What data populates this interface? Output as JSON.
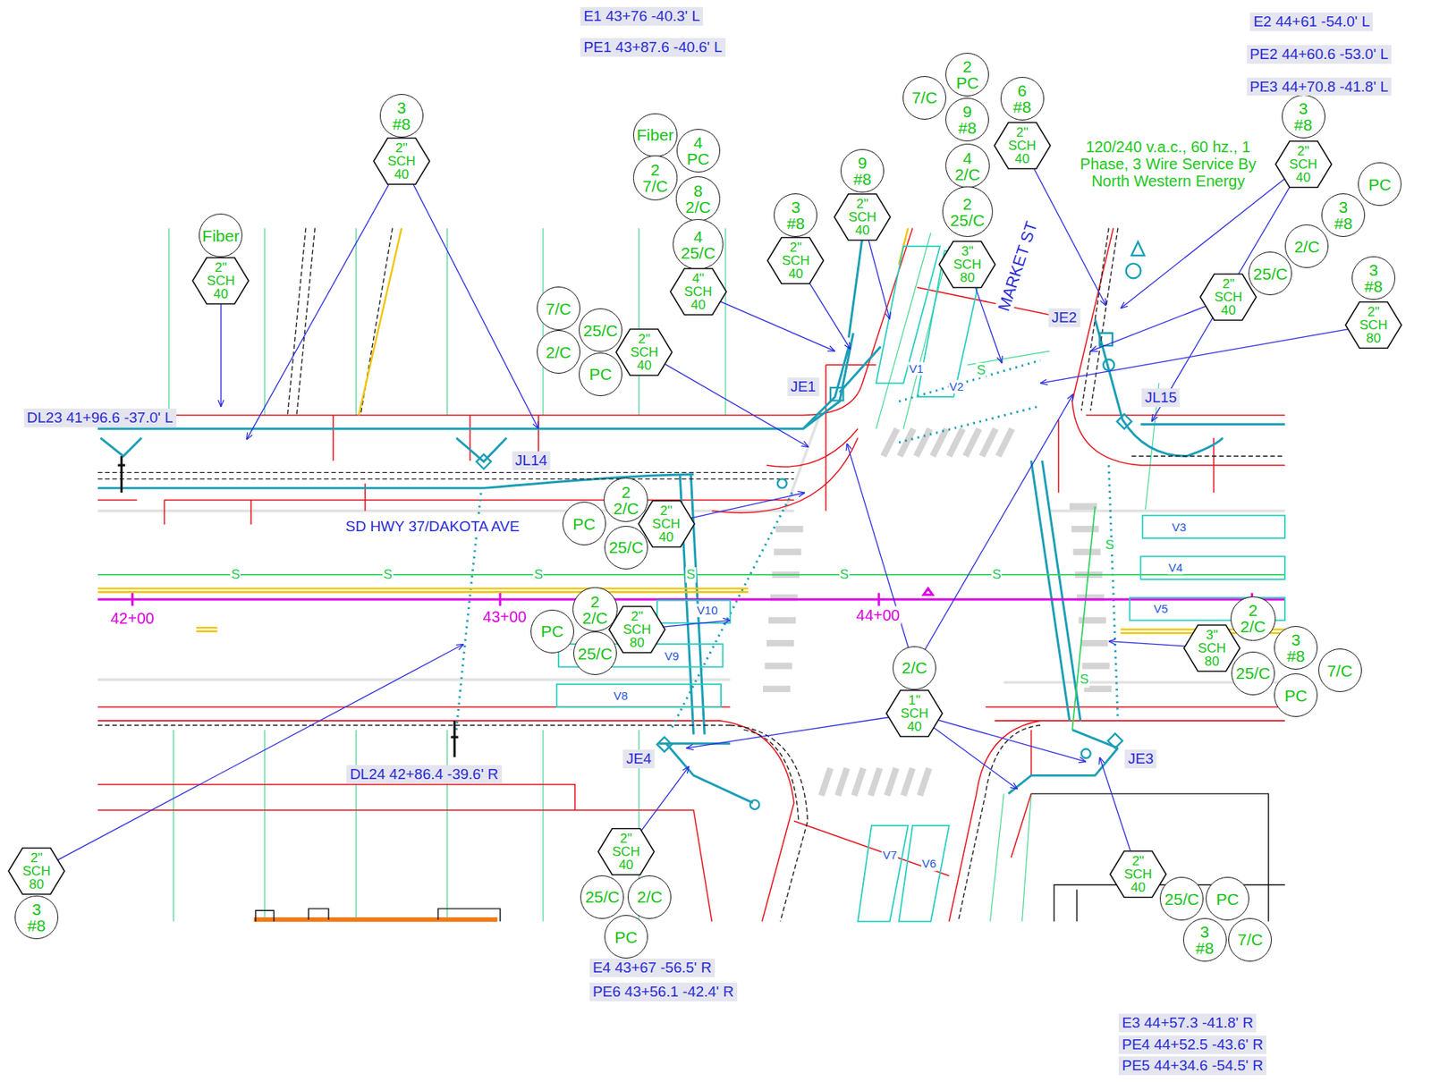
{
  "diagram": {
    "nodes": [
      {
        "text": [
          "3 #8"
        ]
      },
      {
        "text": [
          "2\" SCH 40"
        ]
      },
      {
        "text": [
          "Fiber"
        ]
      },
      {
        "text": [
          "2\" SCH 40"
        ]
      },
      {
        "text": [
          "Fiber"
        ]
      },
      {
        "text": [
          "4 PC"
        ]
      },
      {
        "text": [
          "2 7/C"
        ]
      },
      {
        "text": [
          "8 2/C"
        ]
      },
      {
        "text": [
          "4 25/C"
        ]
      },
      {
        "text": [
          "4\" SCH 40"
        ]
      },
      {
        "text": [
          "7/C"
        ]
      },
      {
        "text": [
          "25/C"
        ]
      },
      {
        "text": [
          "2/C"
        ]
      },
      {
        "text": [
          "PC"
        ]
      },
      {
        "text": [
          "2\" SCH 40"
        ]
      },
      {
        "text": [
          "3 #8"
        ]
      },
      {
        "text": [
          "2\" SCH 40"
        ]
      },
      {
        "text": [
          "9 #8"
        ]
      },
      {
        "text": [
          "2\" SCH 40"
        ]
      },
      {
        "text": [
          "7/C"
        ]
      },
      {
        "text": [
          "2 PC"
        ]
      },
      {
        "text": [
          "9 #8"
        ]
      },
      {
        "text": [
          "4 2/C"
        ]
      },
      {
        "text": [
          "2 25/C"
        ]
      },
      {
        "text": [
          "3\" SCH 80"
        ]
      },
      {
        "text": [
          "6 #8"
        ]
      },
      {
        "text": [
          "2\" SCH 40"
        ]
      },
      {
        "text": [
          "3 #8"
        ]
      },
      {
        "text": [
          "2\" SCH 40"
        ]
      },
      {
        "text": [
          "PC"
        ]
      },
      {
        "text": [
          "3 #8"
        ]
      },
      {
        "text": [
          "2/C"
        ]
      },
      {
        "text": [
          "25/C"
        ]
      },
      {
        "text": [
          "2\" SCH 40"
        ]
      },
      {
        "text": [
          "3 #8"
        ]
      },
      {
        "text": [
          "2\" SCH 80"
        ]
      },
      {
        "text": [
          "2 2/C"
        ]
      },
      {
        "text": [
          "PC"
        ]
      },
      {
        "text": [
          "25/C"
        ]
      },
      {
        "text": [
          "2\" SCH 40"
        ]
      },
      {
        "text": [
          "2 2/C"
        ]
      },
      {
        "text": [
          "PC"
        ]
      },
      {
        "text": [
          "25/C"
        ]
      },
      {
        "text": [
          "2\" SCH 80"
        ]
      },
      {
        "text": [
          "2/C"
        ]
      },
      {
        "text": [
          "1\" SCH 40"
        ]
      },
      {
        "text": [
          "2 2/C"
        ]
      },
      {
        "text": [
          "3\" SCH 80"
        ]
      },
      {
        "text": [
          "3 #8"
        ]
      },
      {
        "text": [
          "7/C"
        ]
      },
      {
        "text": [
          "25/C"
        ]
      },
      {
        "text": [
          "PC"
        ]
      },
      {
        "text": [
          "2\" SCH 40"
        ]
      },
      {
        "text": [
          "25/C"
        ]
      },
      {
        "text": [
          "2/C"
        ]
      },
      {
        "text": [
          "PC"
        ]
      },
      {
        "text": [
          "2\" SCH 40"
        ]
      },
      {
        "text": [
          "25/C"
        ]
      },
      {
        "text": [
          "PC"
        ]
      },
      {
        "text": [
          "3 #8"
        ]
      },
      {
        "text": [
          "7/C"
        ]
      },
      {
        "text": [
          "2\" SCH 80"
        ]
      },
      {
        "text": [
          "3 #8"
        ]
      }
    ],
    "labels": [
      "E1 43+76 -40.3' L",
      "PE1 43+87.6 -40.6' L",
      "E2 44+61 -54.0' L",
      "PE2 44+60.6 -53.0' L",
      "PE3 44+70.8 -41.8' L",
      "120/240 v.a.c., 60 hz., 1 Phase, 3 Wire Service By North Western Energy",
      "MARKET ST",
      "JE2",
      "JE1",
      "JL15",
      "DL23 41+96.6 -37.0' L",
      "JL14",
      "SD HWY 37/DAKOTA AVE",
      "42+00",
      "43+00",
      "44+00",
      "V1",
      "V2",
      "V3",
      "V4",
      "V5",
      "V10",
      "V9",
      "V8",
      "V7",
      "V6",
      "JE4",
      "JE3",
      "DL24 42+86.4 -39.6' R",
      "E4 43+67 -56.5' R",
      "PE6 43+56.1 -42.4' R",
      "E3 44+57.3 -41.8' R",
      "PE4 44+52.5 -43.6' R",
      "PE5 44+34.6 -54.5' R",
      "S",
      "S",
      "S",
      "S",
      "S",
      "S",
      "S",
      "S",
      "S"
    ]
  }
}
